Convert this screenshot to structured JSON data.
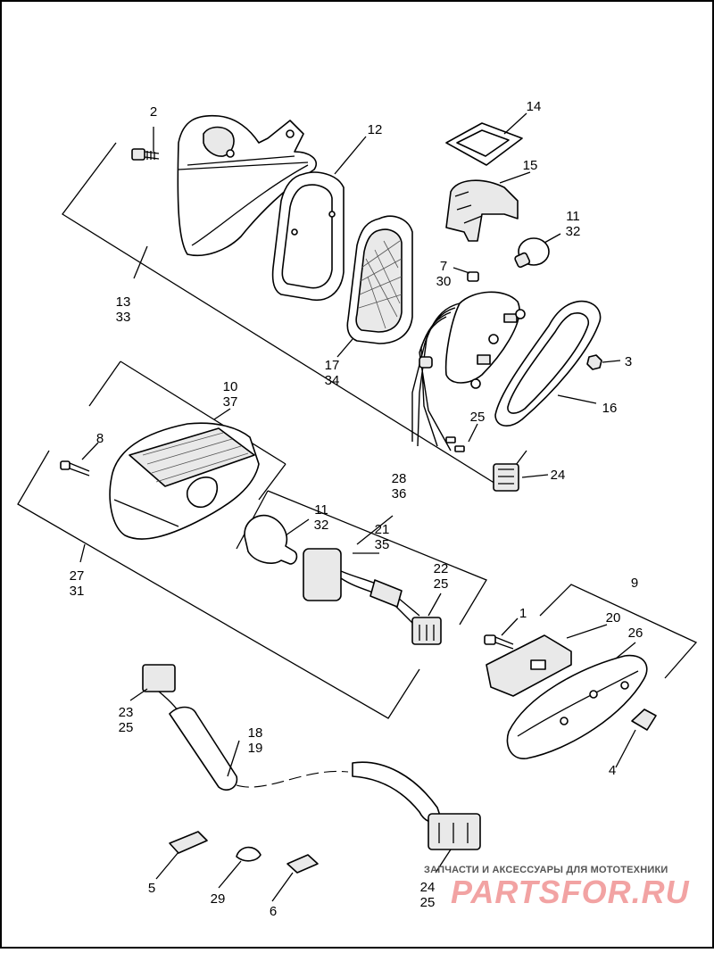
{
  "callouts": [
    {
      "lines": [
        "2"
      ]
    },
    {
      "lines": [
        "12"
      ]
    },
    {
      "lines": [
        "14"
      ]
    },
    {
      "lines": [
        "15"
      ]
    },
    {
      "lines": [
        "11",
        "32"
      ]
    },
    {
      "lines": [
        "7",
        "30"
      ]
    },
    {
      "lines": [
        "3"
      ]
    },
    {
      "lines": [
        "13",
        "33"
      ]
    },
    {
      "lines": [
        "17",
        "34"
      ]
    },
    {
      "lines": [
        "16"
      ]
    },
    {
      "lines": [
        "25"
      ]
    },
    {
      "lines": [
        "24"
      ]
    },
    {
      "lines": [
        "10",
        "37"
      ]
    },
    {
      "lines": [
        "8"
      ]
    },
    {
      "lines": [
        "28",
        "36"
      ]
    },
    {
      "lines": [
        "11",
        "32"
      ]
    },
    {
      "lines": [
        "21",
        "35"
      ]
    },
    {
      "lines": [
        "22",
        "25"
      ]
    },
    {
      "lines": [
        "27",
        "31"
      ]
    },
    {
      "lines": [
        "9"
      ]
    },
    {
      "lines": [
        "1"
      ]
    },
    {
      "lines": [
        "20"
      ]
    },
    {
      "lines": [
        "26"
      ]
    },
    {
      "lines": [
        "23",
        "25"
      ]
    },
    {
      "lines": [
        "18",
        "19"
      ]
    },
    {
      "lines": [
        "4"
      ]
    },
    {
      "lines": [
        "5"
      ]
    },
    {
      "lines": [
        "29"
      ]
    },
    {
      "lines": [
        "6"
      ]
    },
    {
      "lines": [
        "24",
        "25"
      ]
    }
  ],
  "watermark": {
    "tagline": "ЗАПЧАСТИ И АКСЕССУАРЫ ДЛЯ МОТОТЕХНИКИ",
    "logo": "PARTSFOR.RU"
  }
}
